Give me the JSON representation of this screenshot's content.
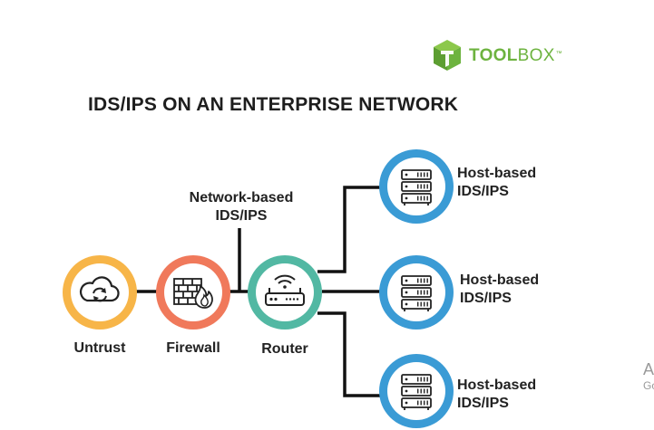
{
  "brand": {
    "logo_icon": "cube-icon",
    "word_bold": "TOOL",
    "word_light": "BOX",
    "trademark": "™",
    "color": "#6db33f"
  },
  "title": "IDS/IPS ON AN ENTERPRISE NETWORK",
  "nodes": {
    "untrust": {
      "label": "Untrust",
      "icon": "cloud-sync-icon",
      "ring_color": "#f7b548"
    },
    "firewall": {
      "label": "Firewall",
      "icon": "firewall-icon",
      "ring_color": "#f0795b"
    },
    "router": {
      "label": "Router",
      "icon": "router-icon",
      "ring_color": "#52b8a3"
    },
    "hosts": [
      {
        "line1": "Host-based",
        "line2": "IDS/IPS",
        "icon": "server-icon",
        "ring_color": "#3a9bd5"
      },
      {
        "line1": "Host-based",
        "line2": "IDS/IPS",
        "icon": "server-icon",
        "ring_color": "#3a9bd5"
      },
      {
        "line1": "Host-based",
        "line2": "IDS/IPS",
        "icon": "server-icon",
        "ring_color": "#3a9bd5"
      }
    ]
  },
  "network_ids": {
    "line1": "Network-based",
    "line2": "IDS/IPS"
  },
  "edge_overlay": {
    "line1": "A",
    "line2": "Go"
  }
}
